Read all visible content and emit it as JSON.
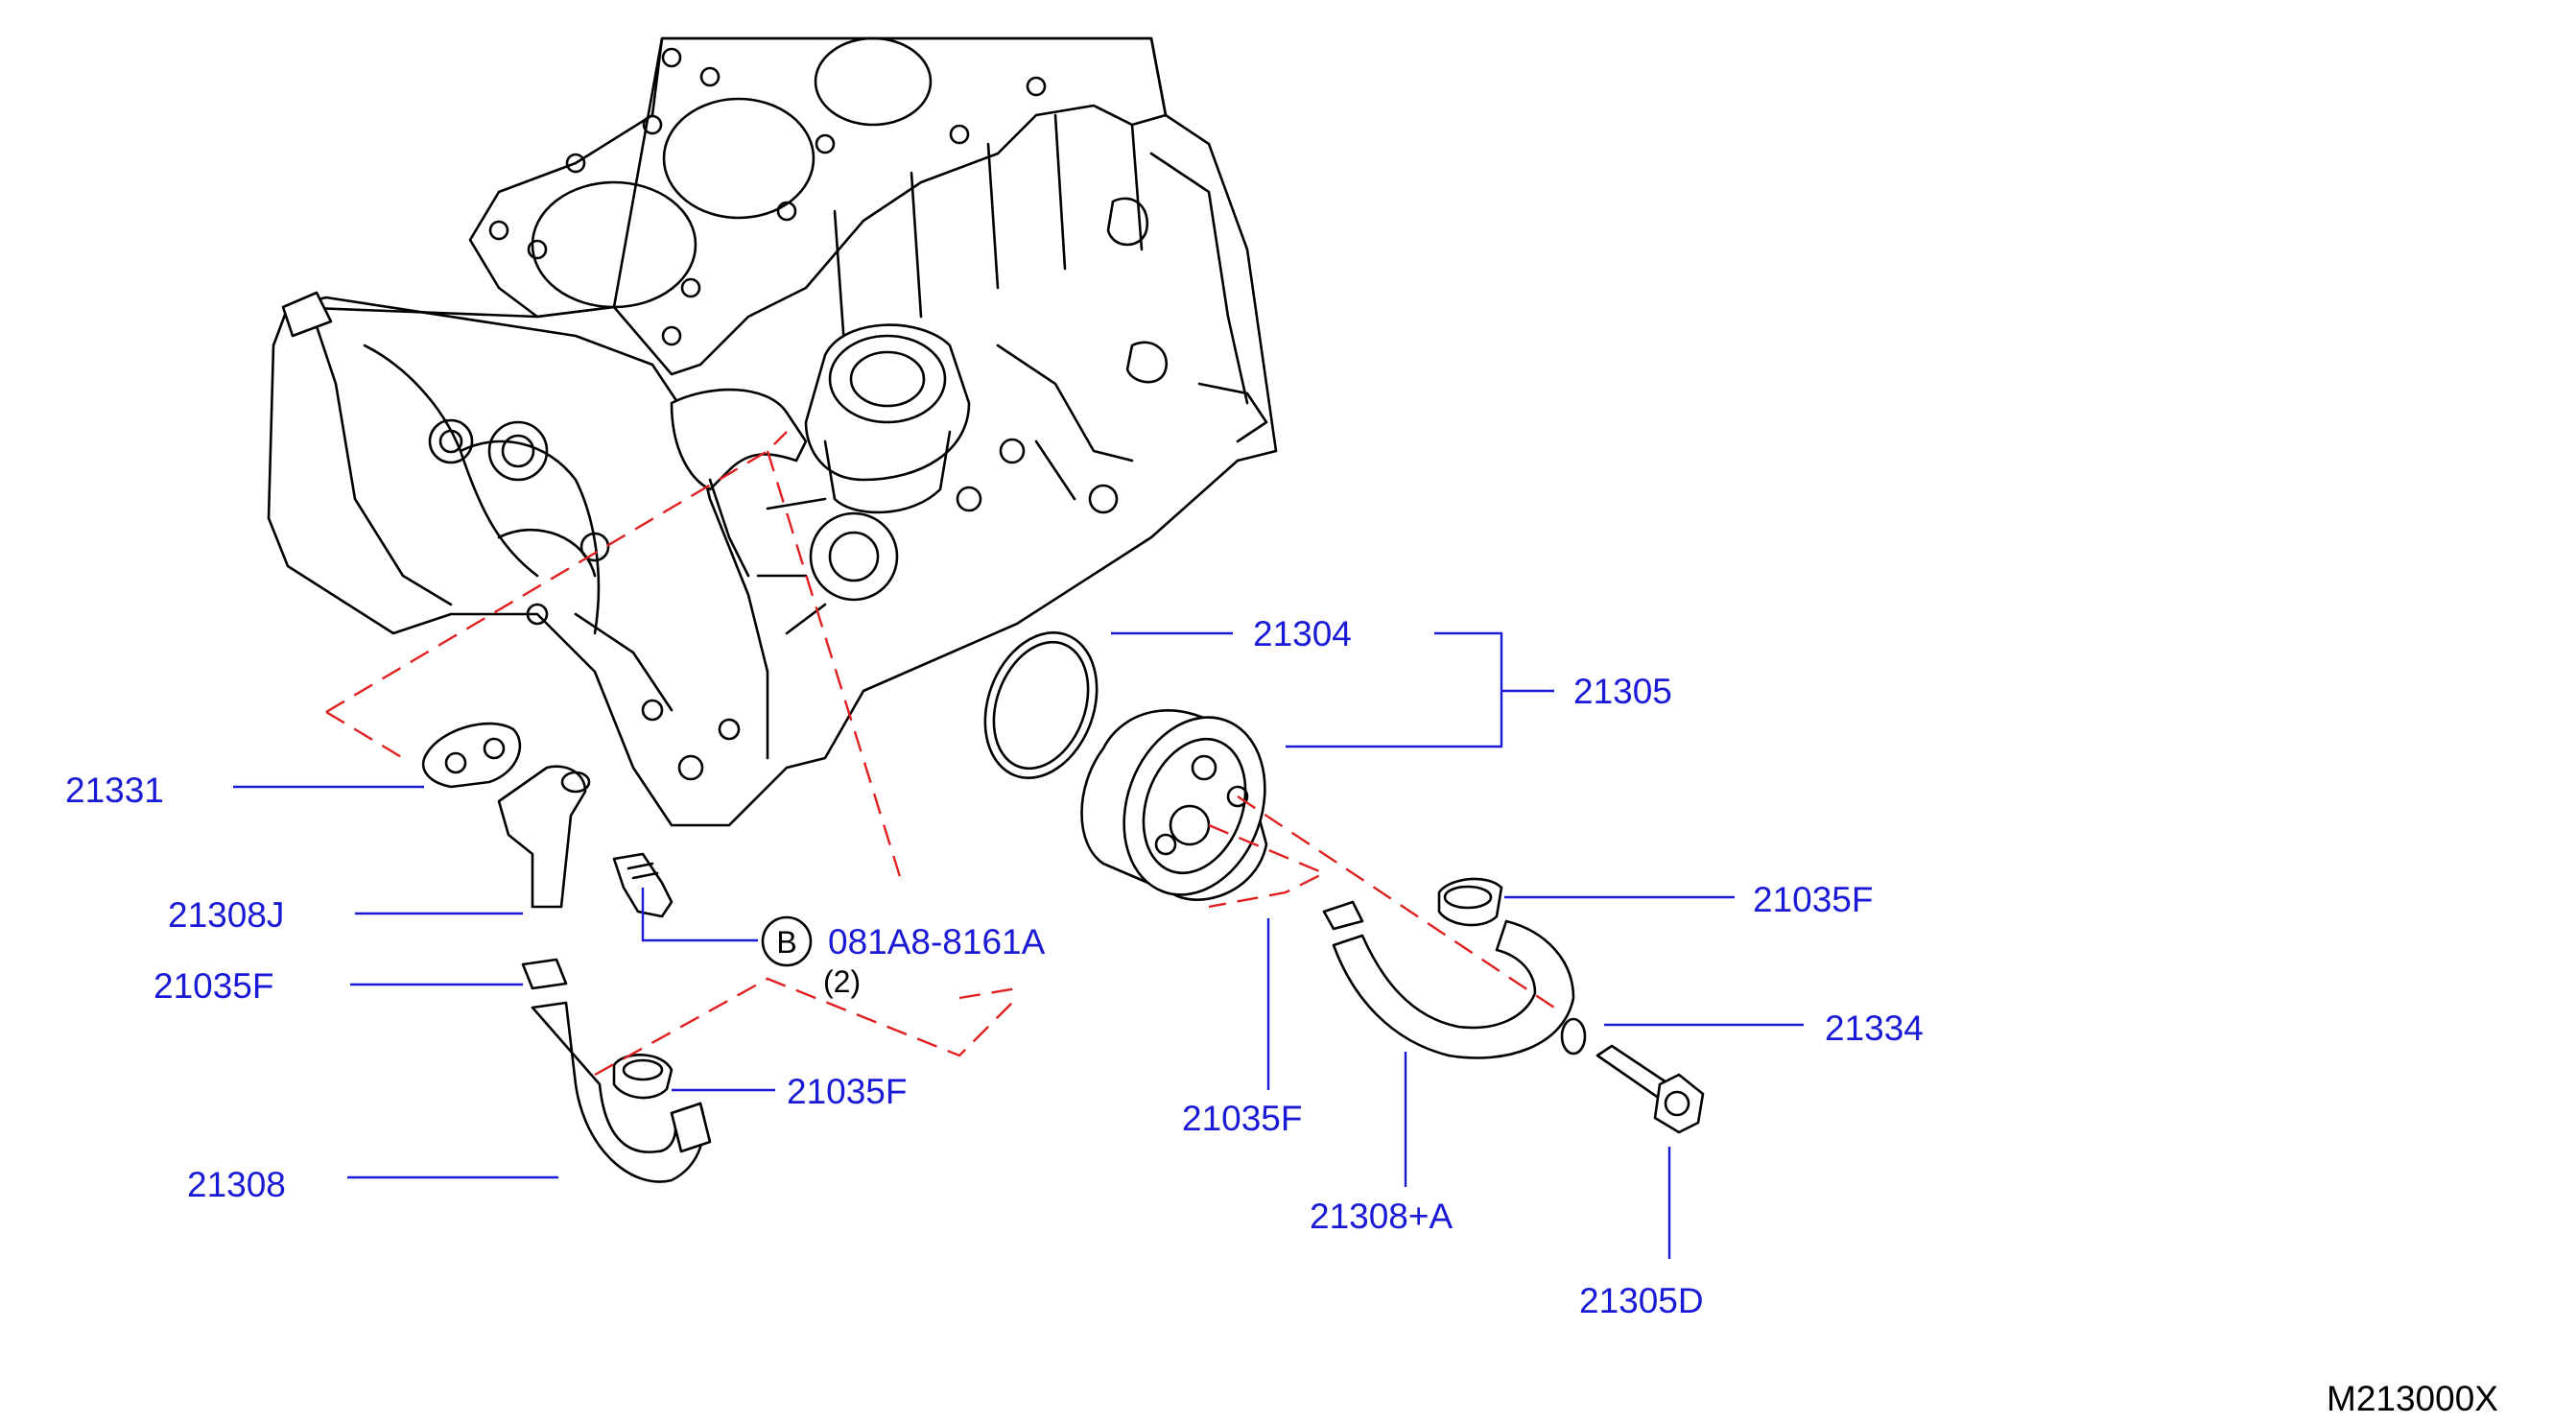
{
  "diagram": {
    "reference_code": "M213000X",
    "colors": {
      "label": "#1a1ad6",
      "leader": "#1a1ad6",
      "alignment_dash": "#e02020",
      "line_art": "#000000"
    },
    "callouts": [
      {
        "id": "21304",
        "text": "21304"
      },
      {
        "id": "21305",
        "text": "21305"
      },
      {
        "id": "21331",
        "text": "21331"
      },
      {
        "id": "21308J",
        "text": "21308J"
      },
      {
        "id": "21035F_a",
        "text": "21035F"
      },
      {
        "id": "21035F_b",
        "text": "21035F"
      },
      {
        "id": "21035F_c",
        "text": "21035F"
      },
      {
        "id": "21035F_d",
        "text": "21035F"
      },
      {
        "id": "21308",
        "text": "21308"
      },
      {
        "id": "21334",
        "text": "21334"
      },
      {
        "id": "21308A",
        "text": "21308+A"
      },
      {
        "id": "21305D",
        "text": "21305D"
      },
      {
        "id": "bolt",
        "text": "081A8-8161A",
        "badge": "B",
        "quantity": "(2)"
      }
    ]
  }
}
